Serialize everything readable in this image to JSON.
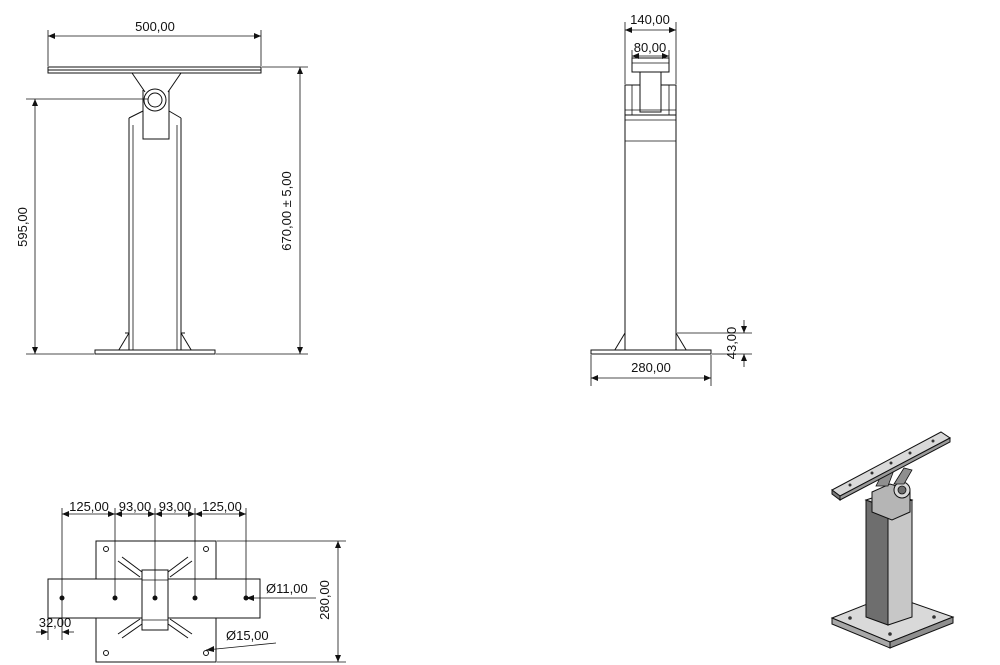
{
  "front_view": {
    "width_label": "500,00",
    "height_label": "595,00",
    "total_height_label": "670,00 ± 5,00"
  },
  "side_view": {
    "top_width_label": "140,00",
    "inner_width_label": "80,00",
    "base_width_label": "280,00",
    "base_height_label": "43,00"
  },
  "plan_view": {
    "spacing_labels": [
      "125,00",
      "93,00",
      "93,00",
      "125,00"
    ],
    "edge_offset_label": "32,00",
    "hole_small_label": "Ø11,00",
    "hole_large_label": "Ø15,00",
    "depth_label": "280,00"
  },
  "colors": {
    "line": "#111111",
    "metal_light": "#d9d9d9",
    "metal_mid": "#a8a8a8",
    "metal_dark": "#6e6e6e"
  }
}
